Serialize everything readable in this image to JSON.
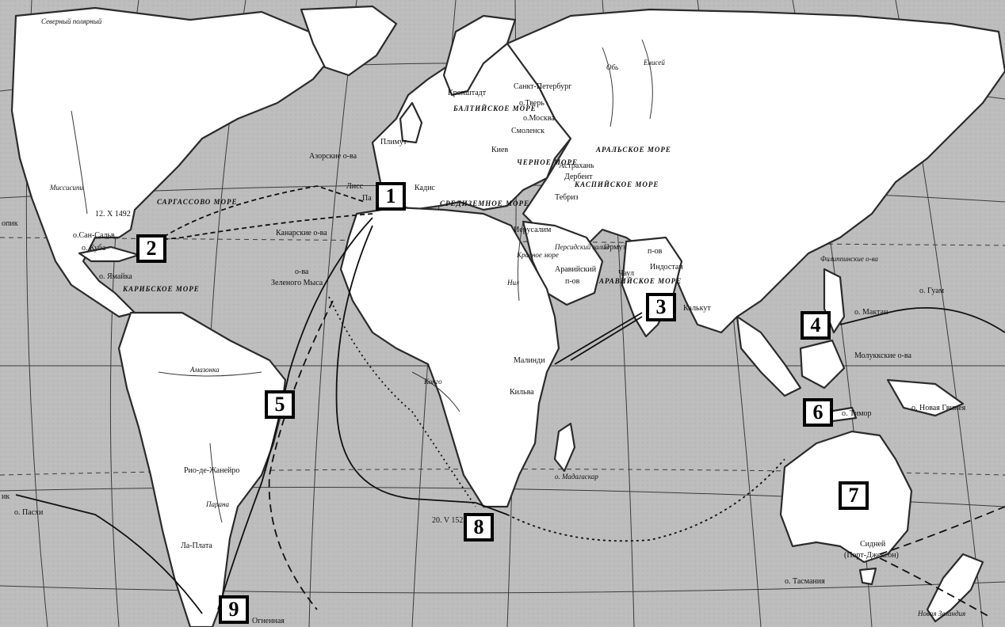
{
  "markers": [
    "1",
    "2",
    "3",
    "4",
    "5",
    "6",
    "7",
    "8",
    "9"
  ],
  "labels": {
    "north_circle": "Северный полярный",
    "kronstadt": "Кронштадт",
    "st_petersburg": "Санкт-Петербург",
    "tver": "о.Тверь",
    "moscow": "о.Москва",
    "smolensk": "Смоленск",
    "kiev": "Киев",
    "baltic_sea": "БАЛТИЙСКОЕ МОРЕ",
    "black_sea": "ЧЕРНОЕ МОРЕ",
    "astrakhan": "Астрахань",
    "derbent": "Дербент",
    "caspian": "КАСПИЙСКОЕ МОРЕ",
    "aral": "АРАЛЬСКОЕ МОРЕ",
    "tabriz": "Тебриз",
    "ob": "Обь",
    "yenisei": "Енисей",
    "plymouth": "Плимут",
    "azores": "Азорские о-ва",
    "lisbon": "Лисс",
    "palos": "Па",
    "cadiz": "Кадис",
    "mediterranean": "СРЕДИЗЕМНОЕ МОРЕ",
    "sargasso": "САРГАССОВО МОРЕ",
    "date1492": "12. X 1492",
    "san_salvador": "о.Сан-Сальв",
    "cuba": "о. Куба",
    "jamaica": "о. Ямайка",
    "caribbean": "КАРИБСКОЕ МОРЕ",
    "canaries": "Канарские о-ва",
    "cape_verde1": "о-ва",
    "cape_verde2": "Зеленого Мыса",
    "jerusalem": "Иерусалим",
    "persian_gulf": "Персидский залив",
    "hormuz": "Ормуз",
    "arabia1": "Аравийский",
    "arabia2": "п-ов",
    "arabian_sea": "АРАВИЙСКОЕ МОРЕ",
    "nile": "Нил",
    "red_sea": "Красное море",
    "chaul": "Чаул",
    "india": "Индостан",
    "india_pen": "п-ов",
    "calicut": "Калькут",
    "malindi": "Малинди",
    "kilwa": "Кильва",
    "congo": "Конго",
    "madagascar": "о. Мадагаскар",
    "rio": "Рио-де-Жанейро",
    "amazon": "Амазонка",
    "parana": "Парана",
    "la_plata": "Ла-Плата",
    "tierra": "Огненная",
    "easter": "о. Пасхи",
    "date1522": "20. V 1522",
    "philippines": "Филиппинские о-ва",
    "guam": "о. Гуам",
    "mactan": "о. Мактан",
    "moluccas": "Молуккские о-ва",
    "timor": "о. Тимор",
    "new_guinea": "о. Новая Гвинея",
    "sydney1": "Сидней",
    "sydney2": "(Порт-Джексон)",
    "tasmania": "о. Тасмания",
    "new_zealand": "Новая Зеландия",
    "mississippi": "Миссисипи",
    "tropic": "опик",
    "k": "ик"
  },
  "colors": {
    "sea": "#b9b9b9",
    "land": "#ffffff",
    "coast": "#2b2b2b",
    "grid": "#3a3a3a",
    "route": "#111111"
  }
}
